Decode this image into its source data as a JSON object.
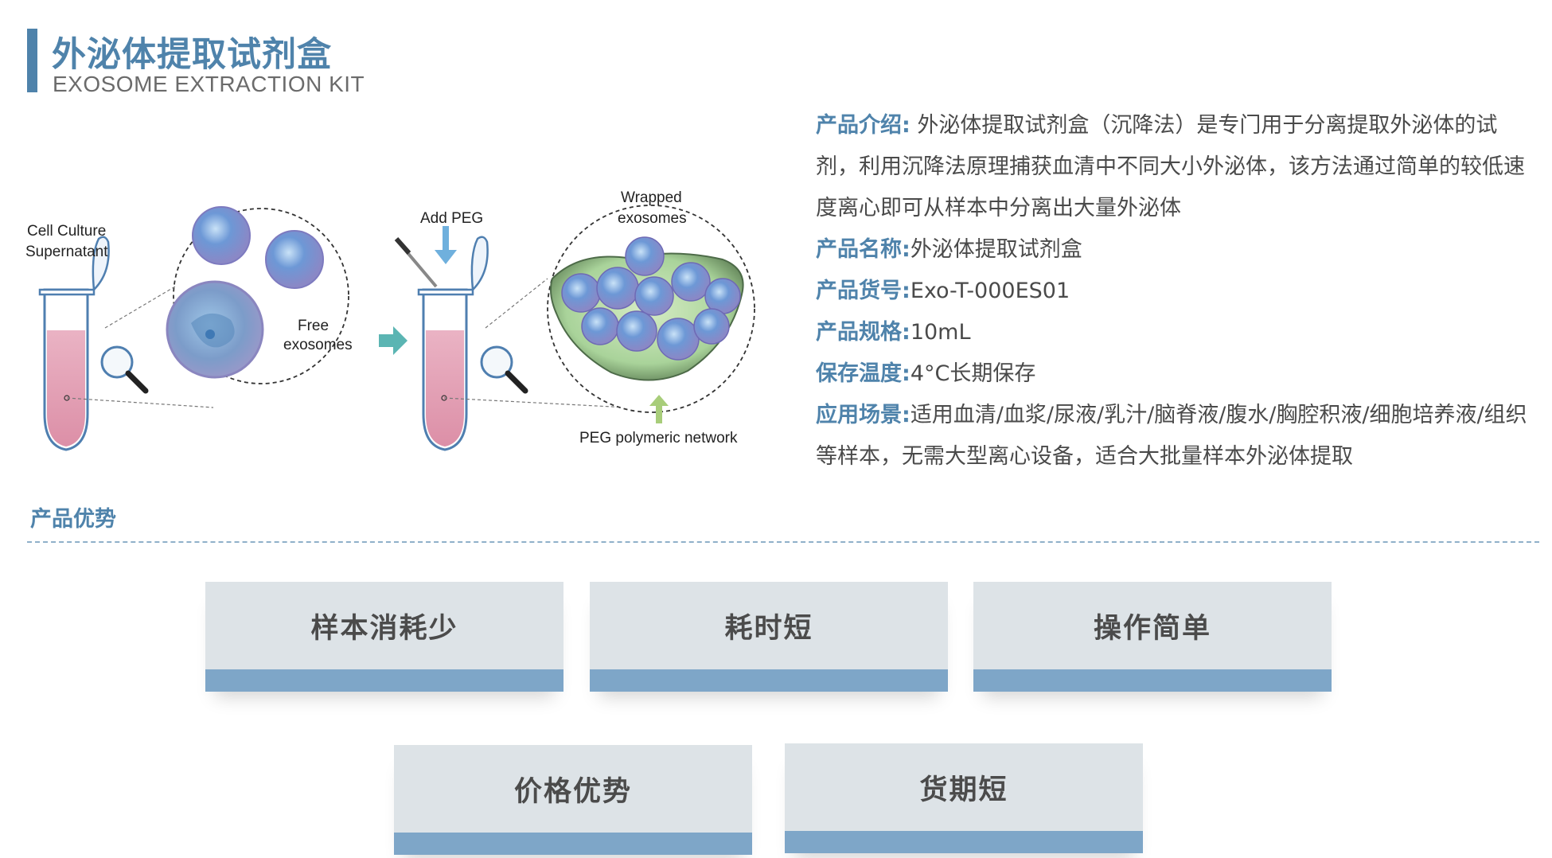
{
  "header": {
    "title_cn": "外泌体提取试剂盒",
    "title_en": "EXOSOME EXTRACTION KIT"
  },
  "figure": {
    "label_cell_culture_1": "Cell Culture",
    "label_cell_culture_2": "Supernatant",
    "label_free_1": "Free",
    "label_free_2": "exosomes",
    "label_add_peg": "Add PEG",
    "label_wrapped_1": "Wrapped",
    "label_wrapped_2": "exosomes",
    "label_peg_network": "PEG polymeric network"
  },
  "description": {
    "intro_label": "产品介绍:",
    "intro_text": " 外泌体提取试剂盒（沉降法）是专门用于分离提取外泌体的试剂，利用沉降法原理捕获血清中不同大小外泌体，该方法通过简单的较低速度离心即可从样本中分离出大量外泌体",
    "name_label": "产品名称:",
    "name_text": "外泌体提取试剂盒",
    "code_label": "产品货号:",
    "code_text": "Exo-T-000ES01",
    "spec_label": "产品规格:",
    "spec_text": "10mL",
    "storage_label": "保存温度:",
    "storage_text": "4°C长期保存",
    "app_label": "应用场景:",
    "app_text": "适用血清/血浆/尿液/乳汁/脑脊液/腹水/胸腔积液/细胞培养液/组织等样本，无需大型离心设备，适合大批量样本外泌体提取"
  },
  "advantages": {
    "section_title": "产品优势",
    "items": [
      "样本消耗少",
      "耗时短",
      "操作简单",
      "价格优势",
      "货期短"
    ]
  },
  "colors": {
    "accent": "#4f83ab",
    "card_bg": "#dde3e7",
    "card_strip": "#7ea6c8",
    "liquid": "#e4a6b8"
  }
}
